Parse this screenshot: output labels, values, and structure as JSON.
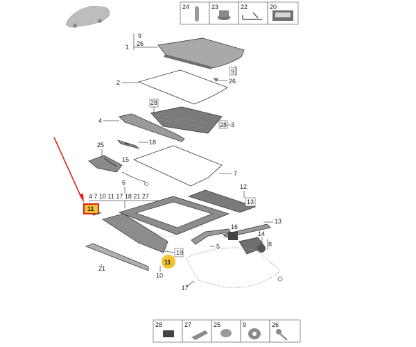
{
  "top_legend": [
    "24",
    "23",
    "22",
    "20"
  ],
  "bottom_legend": [
    "28",
    "27",
    "25",
    "9",
    "26"
  ],
  "callouts": {
    "c1": "1",
    "c9a": "9",
    "c26a": "26",
    "c9b": "9",
    "c26b": "26",
    "c2": "2",
    "c28a": "28",
    "c28b": "28",
    "c3": "3",
    "c4": "4",
    "c18": "18",
    "c25": "25",
    "c15": "15",
    "c7": "7",
    "c6": "6",
    "group_row": "4 7 10 11 17 18 21 27",
    "c11_highlight": "11",
    "c12": "12",
    "c13a": "13",
    "c13b": "13",
    "c16": "16",
    "c14": "14",
    "c8": "8",
    "c5": "5",
    "c19": "19",
    "c11_badge": "11",
    "c10": "10",
    "c21": "21",
    "c17": "17"
  },
  "colors": {
    "highlight_box": "#e0201c",
    "arrow": "#e0201c",
    "badge_fill": "#f2c230",
    "part_fill": "#a9a9a9",
    "part_dark": "#6f6f6f"
  }
}
